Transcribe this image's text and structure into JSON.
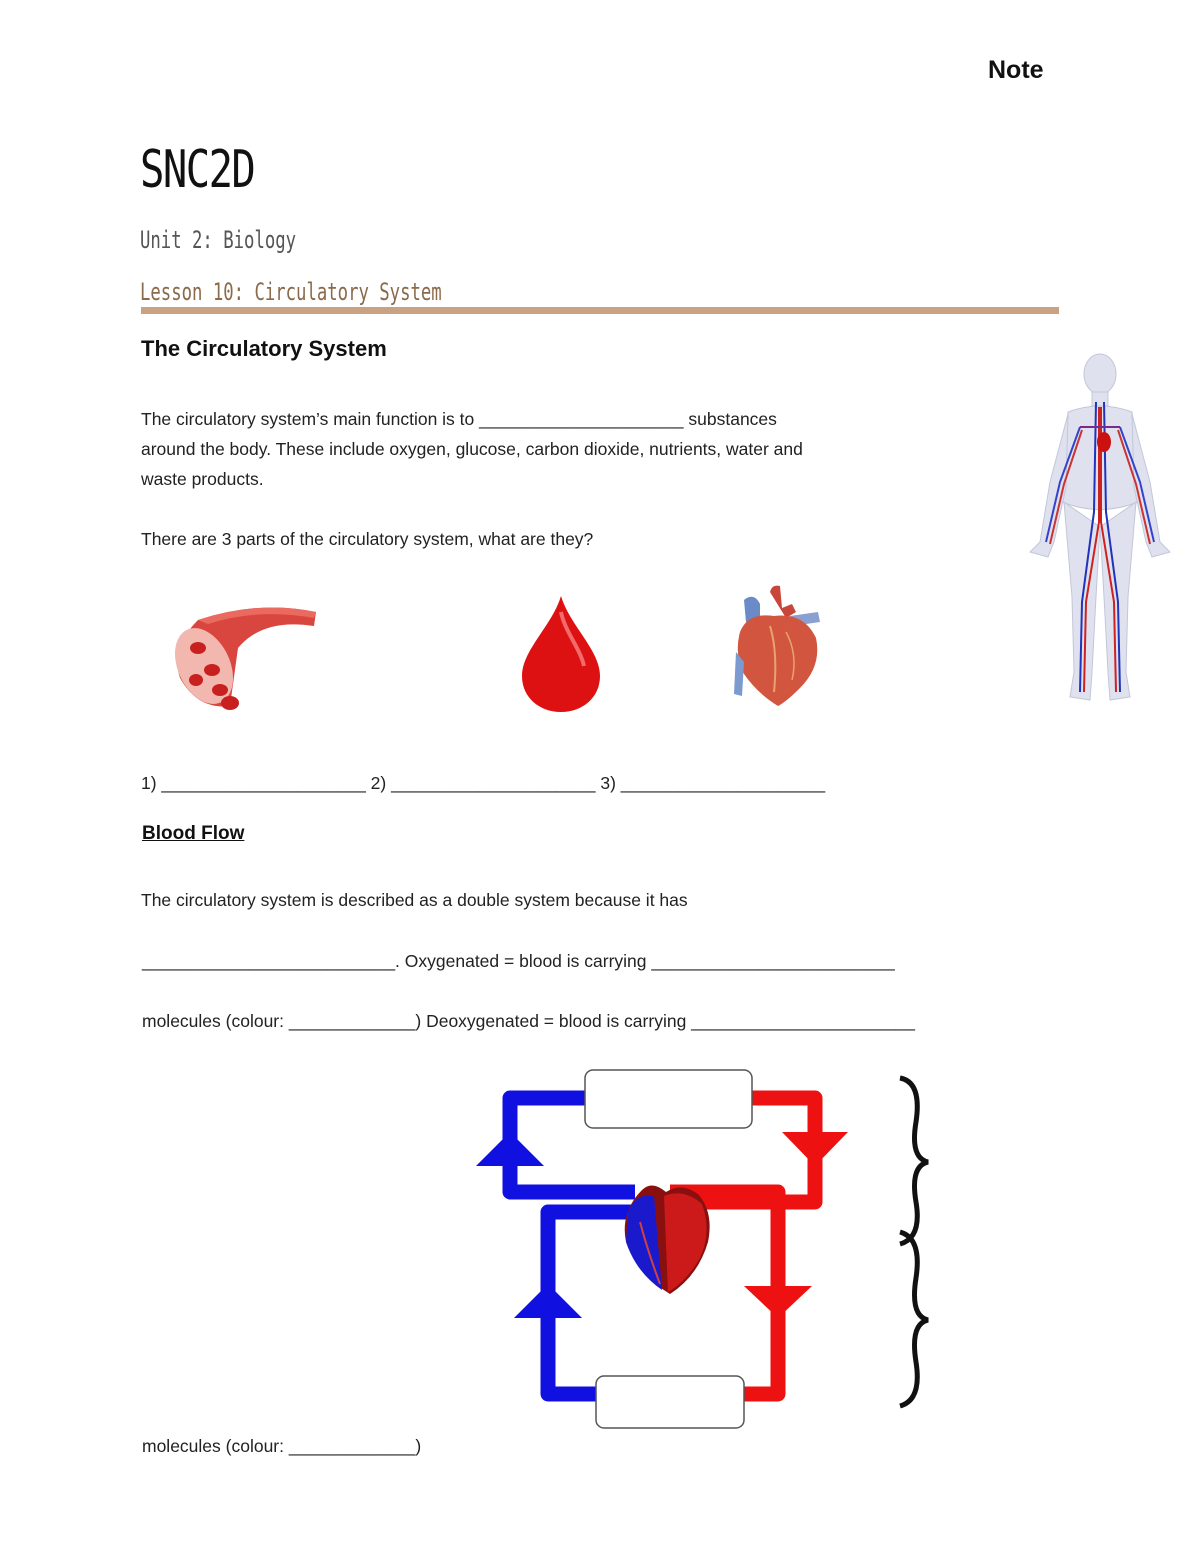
{
  "header": {
    "note_label": "Note",
    "course_code": "SNC2D",
    "unit": "Unit 2: Biology",
    "lesson": "Lesson 10: Circulatory System"
  },
  "section1": {
    "heading": "The Circulatory System",
    "function_line1": "The circulatory system’s main function is to _____________________ substances",
    "function_line2": "around the body. These include oxygen, glucose, carbon dioxide, nutrients, water and",
    "function_line3": "waste products.",
    "question": "There are 3 parts of the circulatory system, what are they?",
    "answers_line": "1) _____________________ 2) _____________________ 3) _____________________"
  },
  "section2": {
    "heading": "Blood Flow",
    "line1": "The circulatory system is described as a double system because it has",
    "line2": "__________________________. Oxygenated = blood is carrying _________________________",
    "line3": "molecules (colour: _____________) Deoxygenated = blood is carrying _______________________",
    "line4": "molecules (colour: _____________)"
  },
  "images": {
    "body_figure": "human-circulatory-figure",
    "vessel": "blood-vessel-icon",
    "drop": "blood-drop-icon",
    "heart": "heart-icon",
    "diagram": "double-circulation-diagram"
  },
  "colors": {
    "rule": "#c9a283",
    "oxygenated": "#ee1111",
    "deoxygenated": "#1010e0"
  }
}
